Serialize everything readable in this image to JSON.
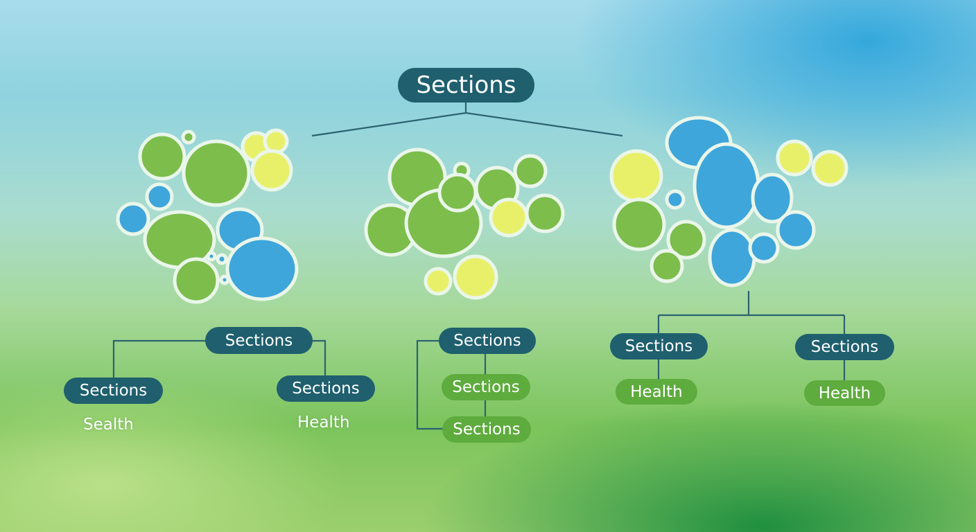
{
  "top": {
    "title": "Sections"
  },
  "left": {
    "main": "Sections",
    "child_left": "Sections",
    "child_right": "Sections",
    "note_left": "Sealth",
    "note_right": "Health"
  },
  "center": {
    "main": "Sections",
    "child_1": "Sections",
    "child_2": "Sections"
  },
  "right": {
    "child_left": "Sections",
    "child_right": "Sections",
    "sub_left": "Health",
    "sub_right": "Health"
  },
  "colors": {
    "dark_pill": "#1f5f6e",
    "green_pill": "#5eab3e",
    "blob_green": "#7cbd4c",
    "blob_blue": "#3ea6da",
    "blob_yellow": "#e8f06a",
    "line": "#2b6270"
  },
  "icons": [
    "cluster-left-icon",
    "cluster-center-icon",
    "cluster-right-icon"
  ]
}
